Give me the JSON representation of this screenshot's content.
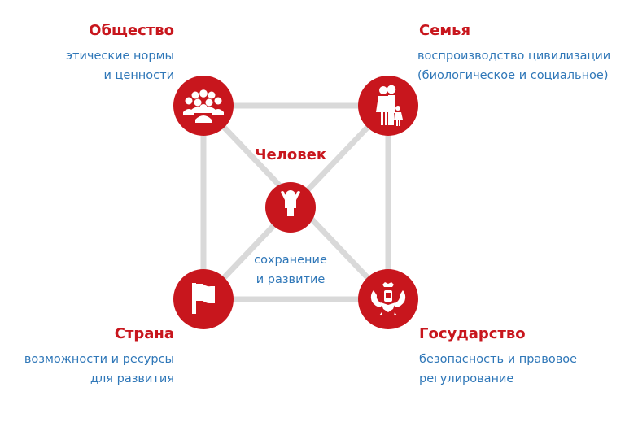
{
  "colors": {
    "accent_red": "#c8161d",
    "text_blue": "#2f77b8",
    "line_gray": "#d9d9d9",
    "background": "#ffffff"
  },
  "nodes": {
    "society": {
      "title": "Общество",
      "desc_lines": [
        "этические нормы",
        "и ценности"
      ],
      "icon": "people-group-icon"
    },
    "family": {
      "title": "Семья",
      "desc_lines": [
        "воспроизводство цивилизации",
        "(биологическое и социальное)"
      ],
      "icon": "family-icon"
    },
    "person": {
      "title": "Человек",
      "desc_lines": [
        "сохранение",
        "и развитие"
      ],
      "icon": "child-icon"
    },
    "country": {
      "title": "Страна",
      "desc_lines": [
        "возможности и ресурсы",
        "для развития"
      ],
      "icon": "flag-icon"
    },
    "state": {
      "title": "Государство",
      "desc_lines": [
        "безопасность и правовое",
        "регулирование"
      ],
      "icon": "coat-of-arms-eagle-icon"
    }
  }
}
